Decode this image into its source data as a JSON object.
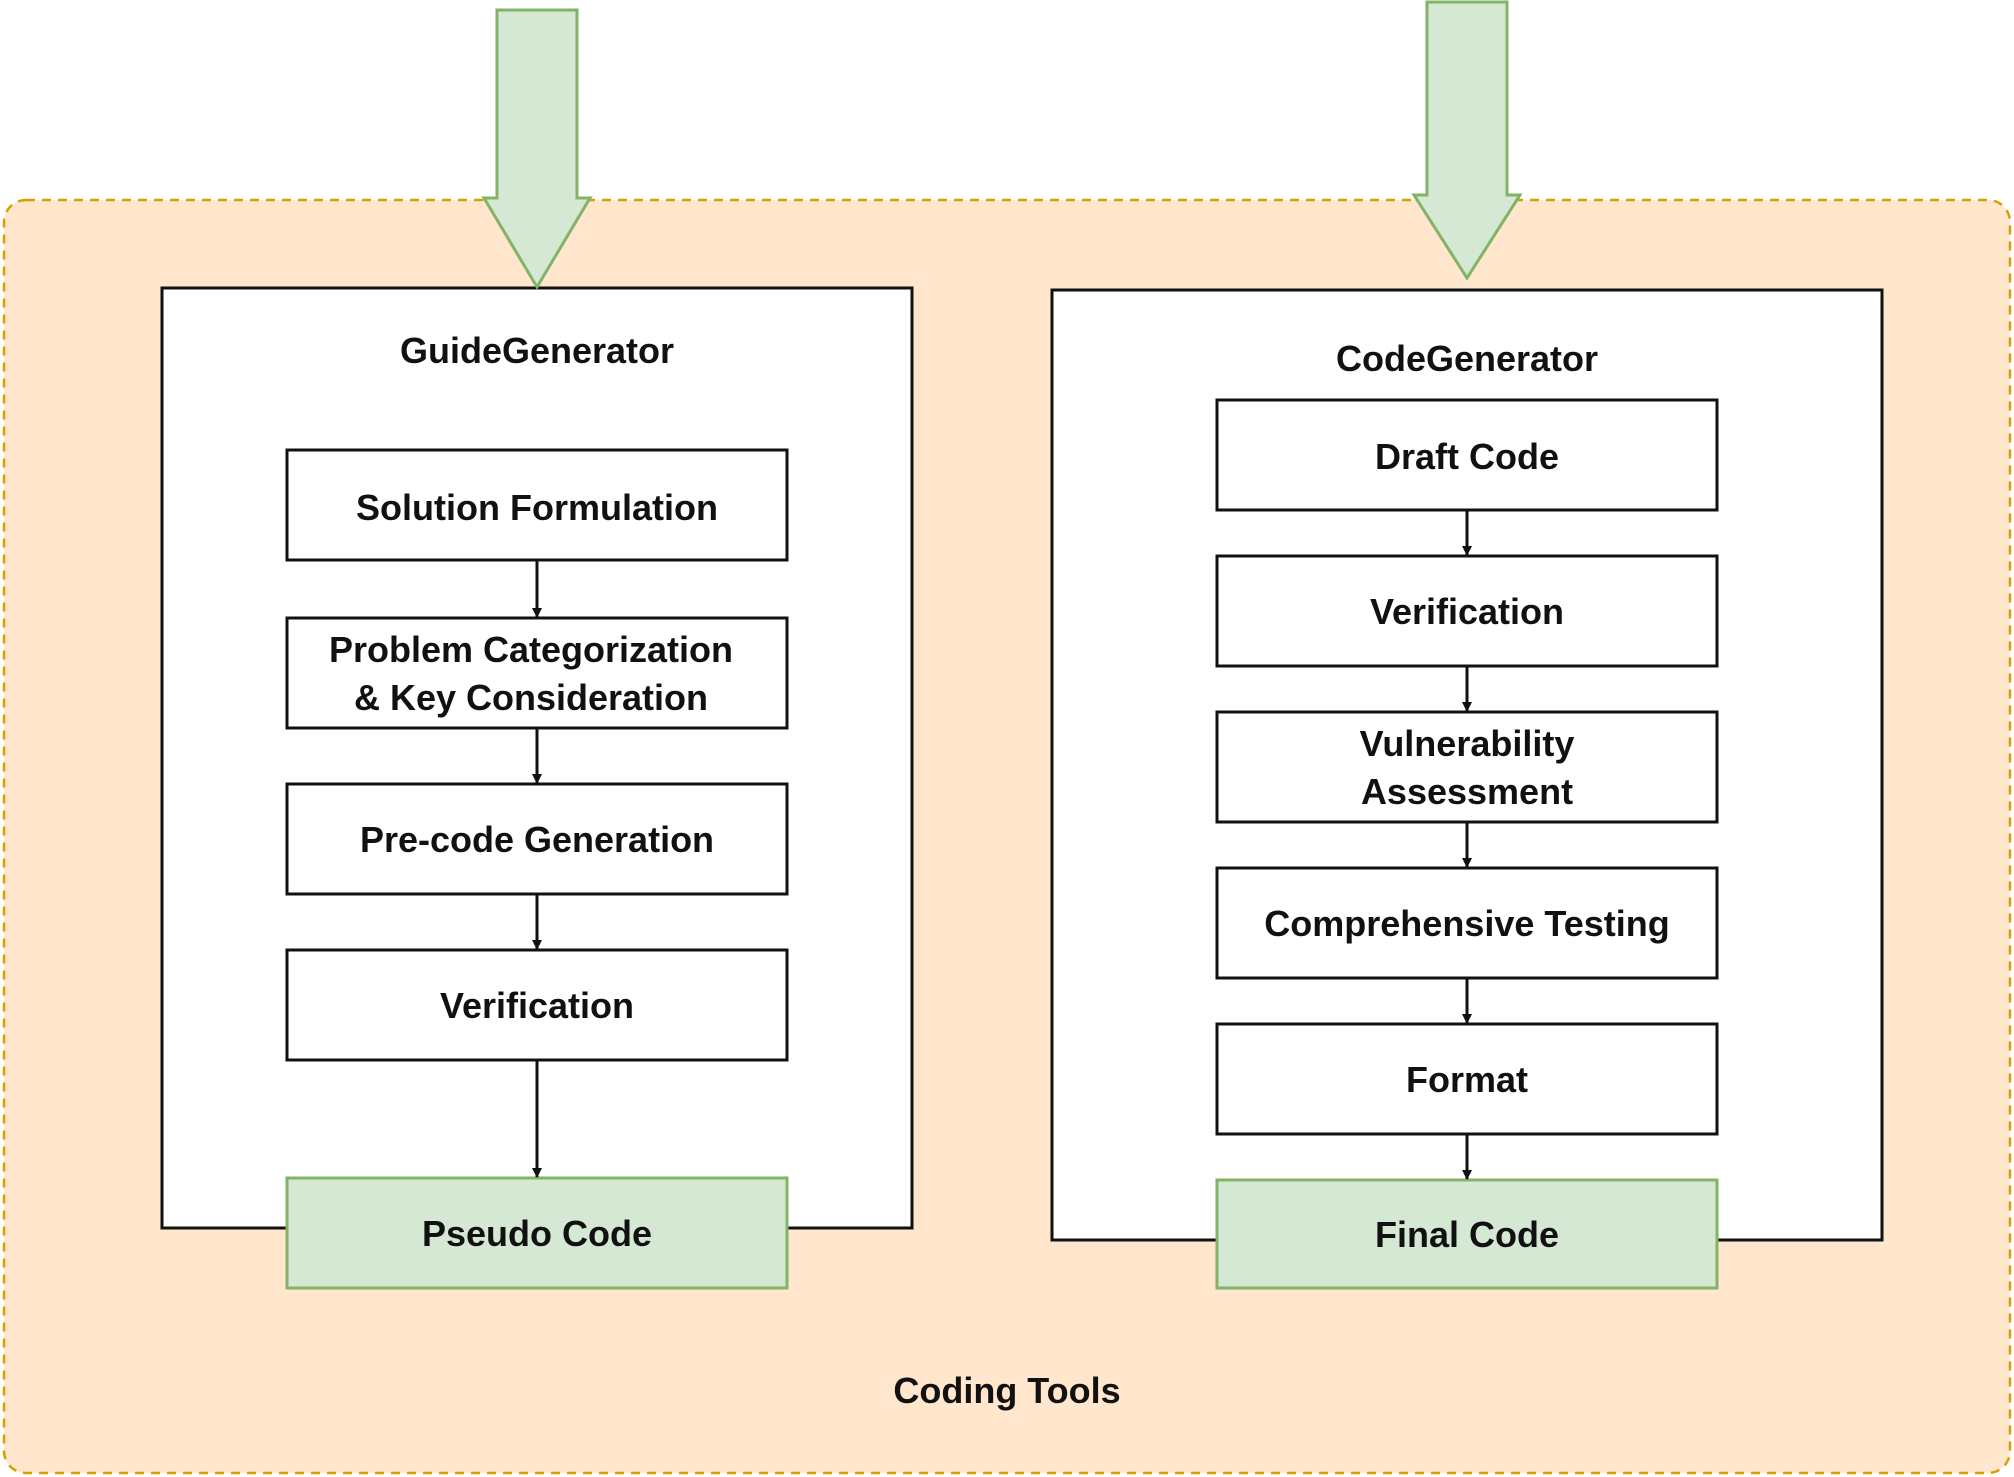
{
  "container": {
    "label": "Coding Tools"
  },
  "guide_generator": {
    "title": "GuideGenerator",
    "steps": [
      {
        "lines": [
          "Solution Formulation"
        ]
      },
      {
        "lines": [
          "Problem Categorization",
          "& Key Consideration"
        ]
      },
      {
        "lines": [
          "Pre-code Generation"
        ]
      },
      {
        "lines": [
          "Verification"
        ]
      }
    ],
    "output": "Pseudo Code"
  },
  "code_generator": {
    "title": "CodeGenerator",
    "steps": [
      {
        "lines": [
          "Draft Code"
        ]
      },
      {
        "lines": [
          "Verification"
        ]
      },
      {
        "lines": [
          "Vulnerability",
          "Assessment"
        ]
      },
      {
        "lines": [
          "Comprehensive Testing"
        ]
      },
      {
        "lines": [
          "Format"
        ]
      }
    ],
    "output": "Final Code"
  },
  "colors": {
    "container_fill": "#ffe6cc",
    "container_border": "#d6a000",
    "highlight_fill": "#d5e8d4",
    "highlight_border": "#82b366",
    "box_border": "#111111"
  }
}
